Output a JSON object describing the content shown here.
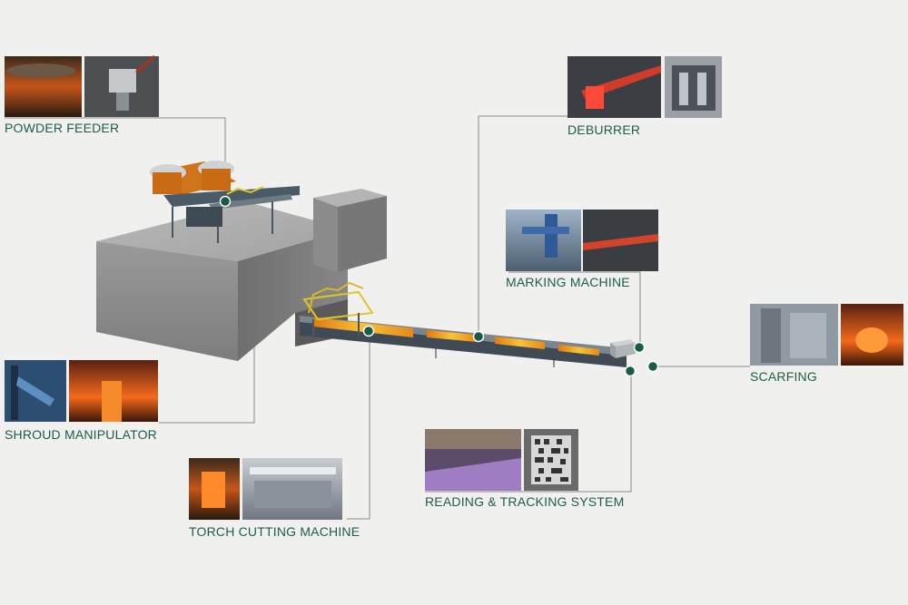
{
  "labels": {
    "powder_feeder": "POWDER FEEDER",
    "shroud_manipulator": "SHROUD MANIPULATOR",
    "torch_cutting": "TORCH CUTTING MACHINE",
    "reading_tracking": "READING & TRACKING SYSTEM",
    "deburrer": "DEBURRER",
    "marking_machine": "MARKING MACHINE",
    "scarfing": "SCARFING"
  },
  "colors": {
    "label_text": "#1e5c49",
    "node_dot": "#1a5a46",
    "connector_line": "#8a8a8a",
    "building_grey": "#8f8f8f",
    "hot_slab": "#f0a22a"
  }
}
